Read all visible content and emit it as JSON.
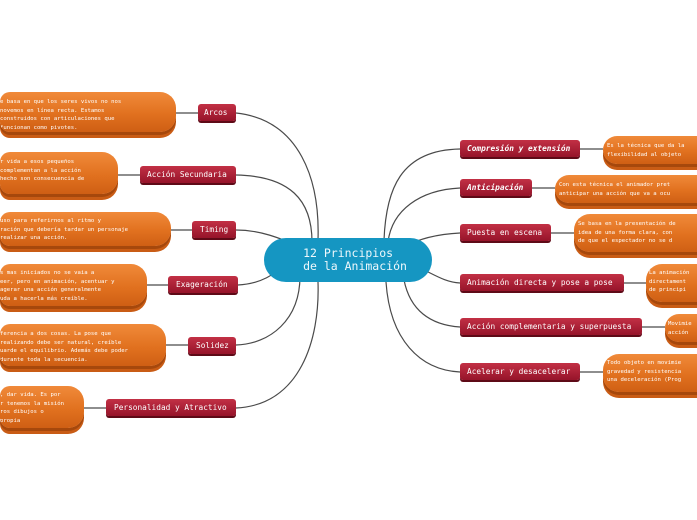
{
  "center": {
    "title": "12 Principios\nde la Animación"
  },
  "left_topics": [
    {
      "label": "Arcos",
      "note": "e basa en que los seres vivos no nos\nnovemos en línea recta. Estamos\nconstruidos con articulaciones que\nfuncionan como pivotes."
    },
    {
      "label": "Acción Secundaria",
      "note": "r vida a esos pequeños\ncomplementan a la acción\nhecho son consecuencia de"
    },
    {
      "label": "Timing",
      "note": "uso para referirnos al ritmo y\nración que debería tardar un personaje\nrealizar una acción."
    },
    {
      "label": "Exageración",
      "note": "s mas iniciados no se vaia a\neer, pero en animación, acentuar y\nagerar una acción generalmente\nuda a hacerla más creíble."
    },
    {
      "label": "Solidez",
      "note": "ferencia a dos cosas. La pose que\nrealizando debe ser natural, creíble\nuarde el equilibrio. Además debe poder\ndurante toda la secuencia."
    },
    {
      "label": "Personalidad y Atractivo",
      "note": ", dar vida. Es por\nr tenemos la misión\nros dibujos o\npropia"
    }
  ],
  "right_topics": [
    {
      "label": "Compresión y extensión",
      "style": "bold-italic",
      "note": "Es la técnica que da la\nflexibilidad al objeto"
    },
    {
      "label": "Anticipación",
      "style": "bold-italic",
      "note": "Con esta técnica el animador pret\nanticipar una acción que va a ocu"
    },
    {
      "label": "Puesta en escena",
      "style": "normal",
      "note": "Se basa en la presentación de\nidea de una forma clara, con\nde que el espectador no se d"
    },
    {
      "label": "Animación directa y pose a pose",
      "style": "normal",
      "note": "La animación\ndirectament\nde principi"
    },
    {
      "label": "Acción complementaria y superpuesta",
      "style": "normal",
      "note": "Movimie\nacción"
    },
    {
      "label": "Acelerar y desacelerar",
      "style": "normal",
      "note": "Todo objeto en movimie\ngravedad y resistencia\nuna deceleración (Prog"
    }
  ]
}
